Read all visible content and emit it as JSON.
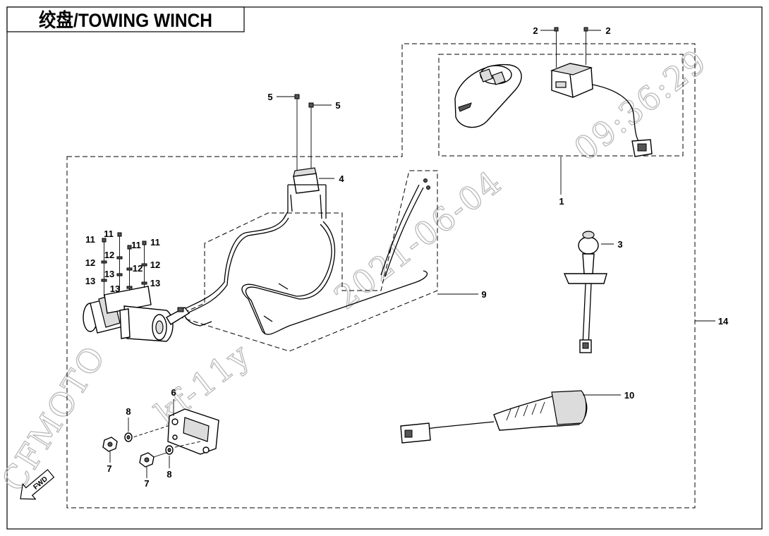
{
  "title": {
    "text": "绞盘/TOWING WINCH"
  },
  "callouts": {
    "c1": "1",
    "c2a": "2",
    "c2b": "2",
    "c3": "3",
    "c4": "4",
    "c5a": "5",
    "c5b": "5",
    "c6": "6",
    "c7a": "7",
    "c7b": "7",
    "c8a": "8",
    "c8b": "8",
    "c9": "9",
    "c10": "10",
    "c11a": "11",
    "c11b": "11",
    "c11c": "11",
    "c11d": "11",
    "c12a": "12",
    "c12b": "12",
    "c12c": "12",
    "c12d": "12",
    "c13a": "13",
    "c13b": "13",
    "c13c": "13",
    "c13d": "13",
    "c14": "14"
  },
  "watermark": {
    "brand": "CFMOTO",
    "code": "kf-11y",
    "date": "2021-06-04",
    "time": "09:36:29"
  },
  "direction_badge": "FWD",
  "colors": {
    "line": "#000000",
    "watermark": "#b9b9b9",
    "part_fill": "#dcdcdc"
  }
}
